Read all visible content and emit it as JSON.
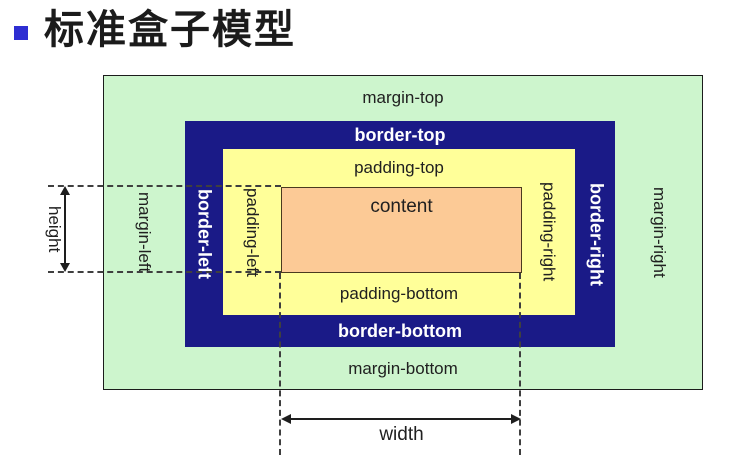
{
  "title": {
    "text": "标准盒子模型",
    "bullet_color": "#2e2ed2"
  },
  "box_model": {
    "margin": {
      "top": "margin-top",
      "bottom": "margin-bottom",
      "left": "margin-left",
      "right": "margin-right",
      "color": "#cdf5cd"
    },
    "border": {
      "top": "border-top",
      "bottom": "border-bottom",
      "left": "border-left",
      "right": "border-right",
      "color": "#1a1a87",
      "text_color": "#ffffff"
    },
    "padding": {
      "top": "padding-top",
      "bottom": "padding-bottom",
      "left": "padding-left",
      "right": "padding-right",
      "color": "#ffff99"
    },
    "content": {
      "label": "content",
      "color": "#fcca96"
    }
  },
  "measurements": {
    "height": "height",
    "width": "width"
  }
}
